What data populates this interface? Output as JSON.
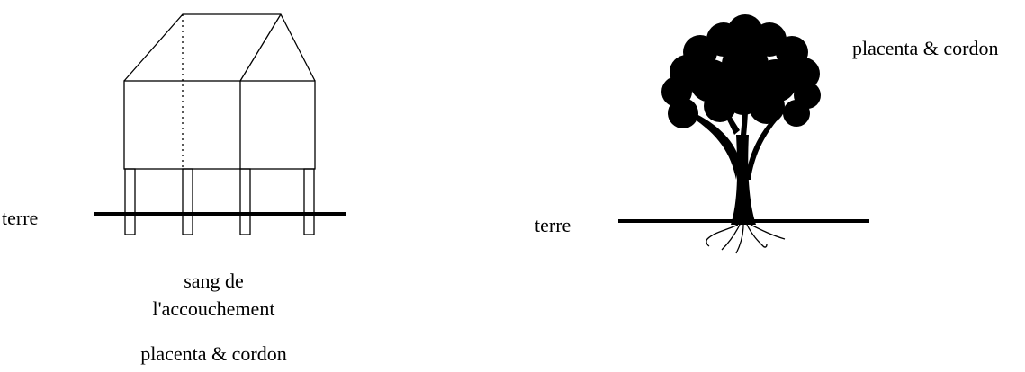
{
  "house_panel": {
    "ground_label": "terre",
    "blood_label_line1": "sang de",
    "blood_label_line2": "l'accouchement",
    "placenta_label": "placenta & cordon"
  },
  "tree_panel": {
    "ground_label": "terre",
    "placenta_label": "placenta & cordon"
  }
}
